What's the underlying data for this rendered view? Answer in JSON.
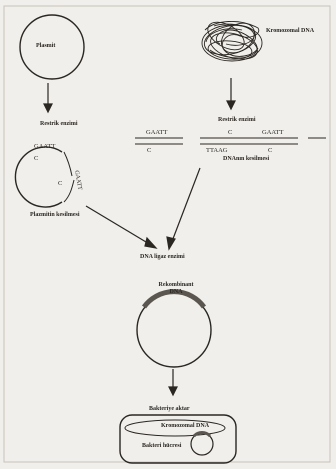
{
  "labels": {
    "plasmid": "Plasmit",
    "chromosomal_dna": "Kromozomal DNA",
    "restriction_enzyme_left": "Restrik enzimi",
    "restriction_enzyme_right": "Restrik enzimi",
    "opened_plasmid": "Plazmitin kesilmesi",
    "chromosome_cutting": "DNAnın kesilmesi",
    "dna_ligase": "DNA ligaz enzimi",
    "recombinant_dna_ring": "Rekombinant DNA",
    "bacterial_transfer": "Bakteriye aktar",
    "bacterial_recombinant_dna": "Kromozomal DNA",
    "bacterium": "Bakteri hücresi"
  },
  "sequences": {
    "left_top": "GAATT",
    "left_bottom": "C",
    "mid_top": "C",
    "mid_bottom": "TTAAG",
    "right_top": "GAATT",
    "right_bottom": "C",
    "plasmid_top": "GAATT",
    "plasmid_c": "C",
    "plasmid_c2": "C",
    "plasmid_vertical": "GAATT"
  }
}
